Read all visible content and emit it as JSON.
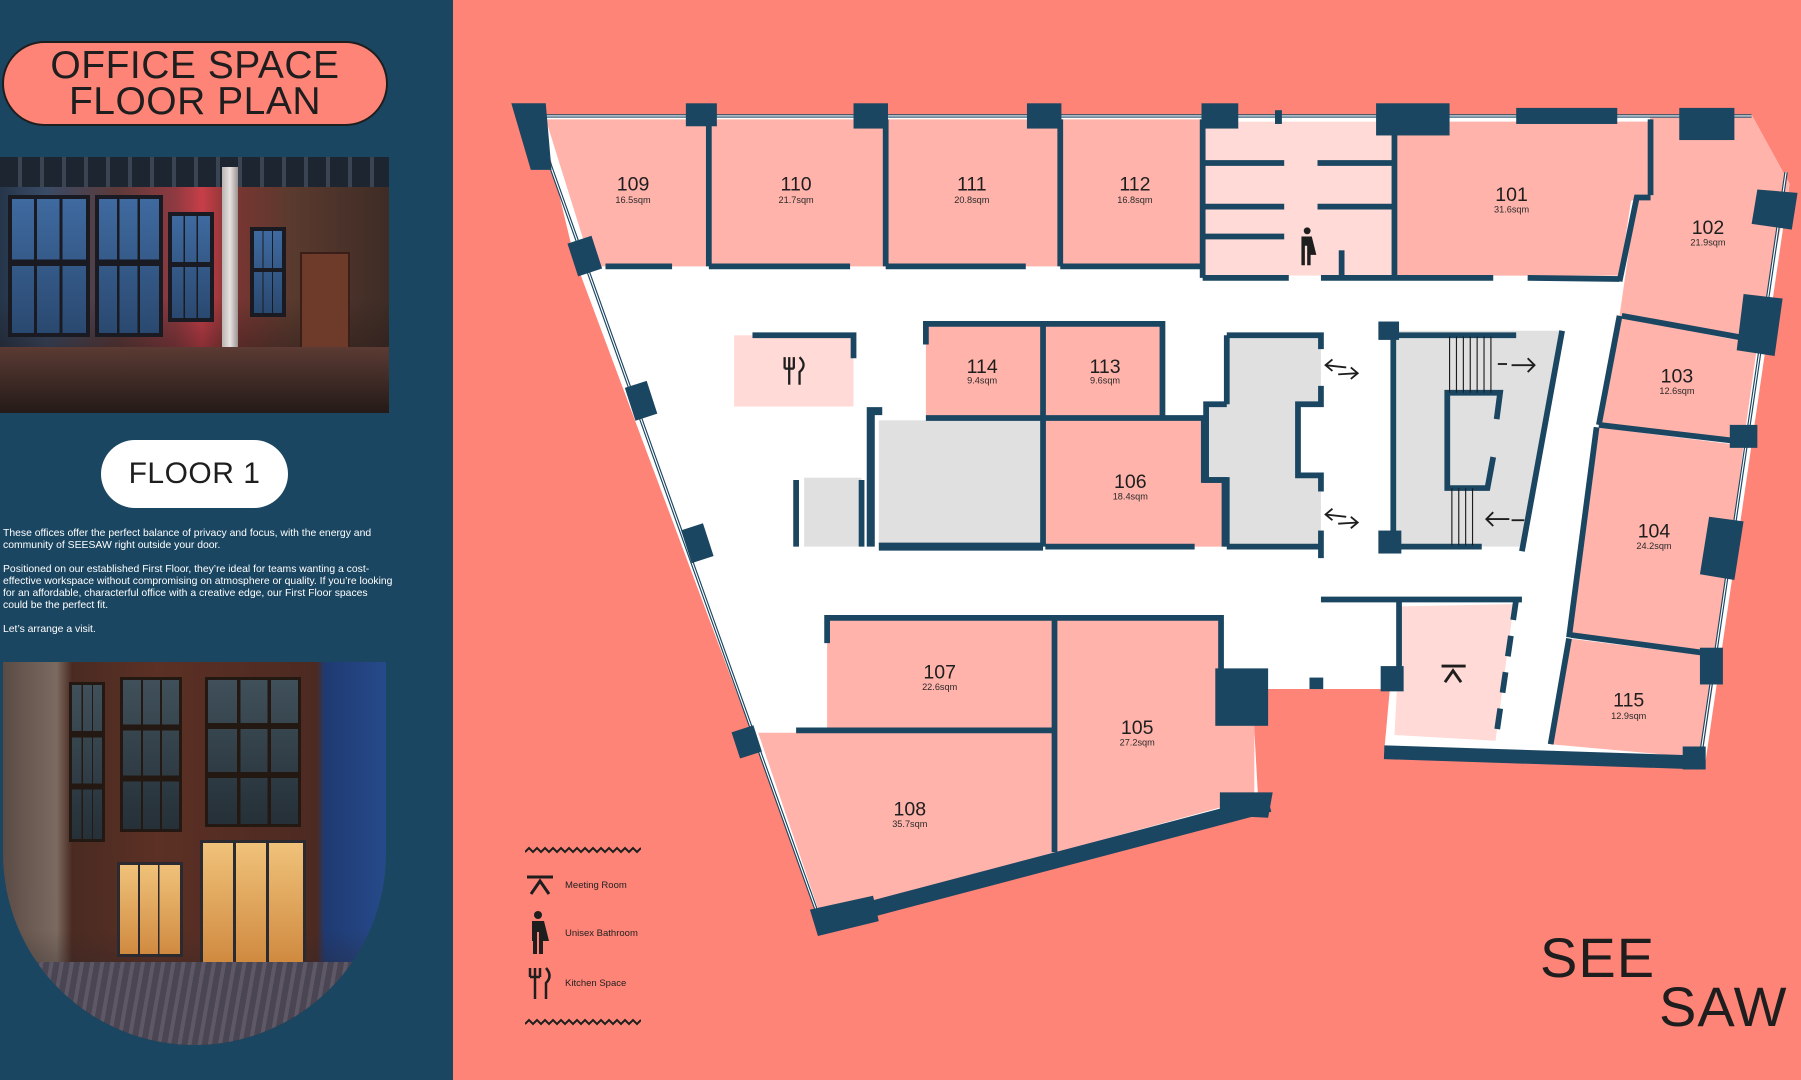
{
  "sidebar": {
    "title_line1": "OFFICE SPACE",
    "title_line2": "FLOOR PLAN",
    "floor_label": "FLOOR 1",
    "paragraphs": [
      "These offices offer the perfect balance of privacy and focus, with the energy and community of SEESAW right outside your door.",
      "Positioned on our established First Floor, they’re ideal for teams wanting a cost-effective workspace without compromising on atmosphere or quality. If you’re looking for an affordable, characterful office with a creative edge, our First Floor spaces could be the perfect fit.",
      "Let’s arrange a visit."
    ],
    "photos": [
      {
        "name": "interior-photo",
        "description": "Warehouse-style interior with large windows, red lighting and a white column"
      },
      {
        "name": "building-exterior-photo",
        "description": "Brick building exterior at dusk with lit glass shopfront and cobbled street"
      }
    ]
  },
  "floor_plan": {
    "rooms": [
      {
        "id": "109",
        "area": "16.5sqm"
      },
      {
        "id": "110",
        "area": "21.7sqm"
      },
      {
        "id": "111",
        "area": "20.8sqm"
      },
      {
        "id": "112",
        "area": "16.8sqm"
      },
      {
        "id": "101",
        "area": "31.6sqm"
      },
      {
        "id": "102",
        "area": "21.9sqm"
      },
      {
        "id": "103",
        "area": "12.6sqm"
      },
      {
        "id": "104",
        "area": "24.2sqm"
      },
      {
        "id": "115",
        "area": "12.9sqm"
      },
      {
        "id": "114",
        "area": "9.4sqm"
      },
      {
        "id": "113",
        "area": "9.6sqm"
      },
      {
        "id": "106",
        "area": "18.4sqm"
      },
      {
        "id": "107",
        "area": "22.6sqm"
      },
      {
        "id": "105",
        "area": "27.2sqm"
      },
      {
        "id": "108",
        "area": "35.7sqm"
      }
    ],
    "amenities": [
      {
        "type": "kitchen",
        "icon": "kitchen-icon"
      },
      {
        "type": "bathroom",
        "icon": "unisex-bathroom-icon"
      },
      {
        "type": "meeting",
        "icon": "meeting-room-icon"
      }
    ],
    "colors": {
      "background": "#ff8478",
      "office": "#ffb3ab",
      "amenity": "#ffdad6",
      "core": "#e0e0e0",
      "corridor": "#ffffff",
      "wall": "#1b4661"
    }
  },
  "legend": {
    "items": [
      {
        "icon": "meeting-room-icon",
        "label": "Meeting Room"
      },
      {
        "icon": "unisex-bathroom-icon",
        "label": "Unisex Bathroom"
      },
      {
        "icon": "kitchen-icon",
        "label": "Kitchen Space"
      }
    ]
  },
  "brand": {
    "line1": "SEE",
    "line2": "SAW"
  }
}
